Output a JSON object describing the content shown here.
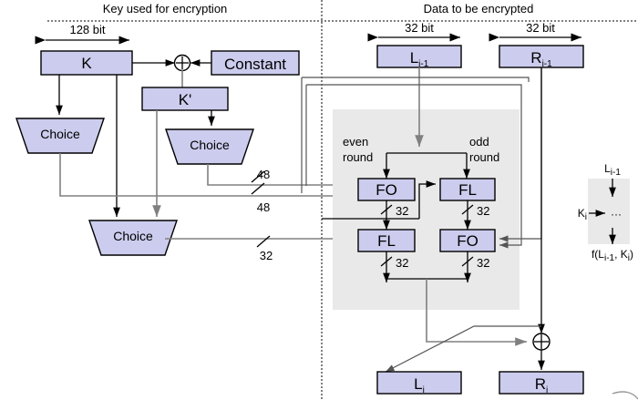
{
  "headers": {
    "left": "Key used for encryption",
    "right": "Data to be encrypted"
  },
  "width_labels": {
    "key": "128 bit",
    "left_half": "32 bit",
    "right_half": "32 bit"
  },
  "key_section": {
    "k_box": "K",
    "constant_box": "Constant",
    "kprime_box": "K'",
    "choice_1": "Choice",
    "choice_2": "Choice",
    "choice_3": "Choice",
    "xor_symbol": "+"
  },
  "data_section": {
    "left_input": "L",
    "left_input_sub": "i-1",
    "right_input": "R",
    "right_input_sub": "i-1",
    "left_output": "L",
    "left_output_sub": "i",
    "right_output": "R",
    "right_output_sub": "i",
    "xor_symbol": "+"
  },
  "round_blocks": {
    "even_label_line1": "even",
    "even_label_line2": "round",
    "odd_label_line1": "odd",
    "odd_label_line2": "round",
    "fo_even": "FO",
    "fl_odd": "FL",
    "fl_even": "FL",
    "fo_odd": "FO"
  },
  "bus_labels": {
    "key_48_top": "48",
    "key_48_bottom": "48",
    "key_32": "32",
    "fo_even_out": "32",
    "fl_odd_out": "32",
    "fl_even_out": "32",
    "fo_odd_out": "32"
  },
  "legend": {
    "input": "L",
    "input_sub": "i-1",
    "key_input": "K",
    "key_input_sub": "i",
    "body": "···",
    "output_prefix": "f(L",
    "output_sub1": "i-1",
    "output_mid": ", K",
    "output_sub2": "i",
    "output_suffix": ")"
  },
  "colors": {
    "box_fill": "#ccccee",
    "gray_region": "#e9e9e9",
    "wire_dark": "#000000",
    "wire_gray": "#808080",
    "background": "#ffffff"
  }
}
